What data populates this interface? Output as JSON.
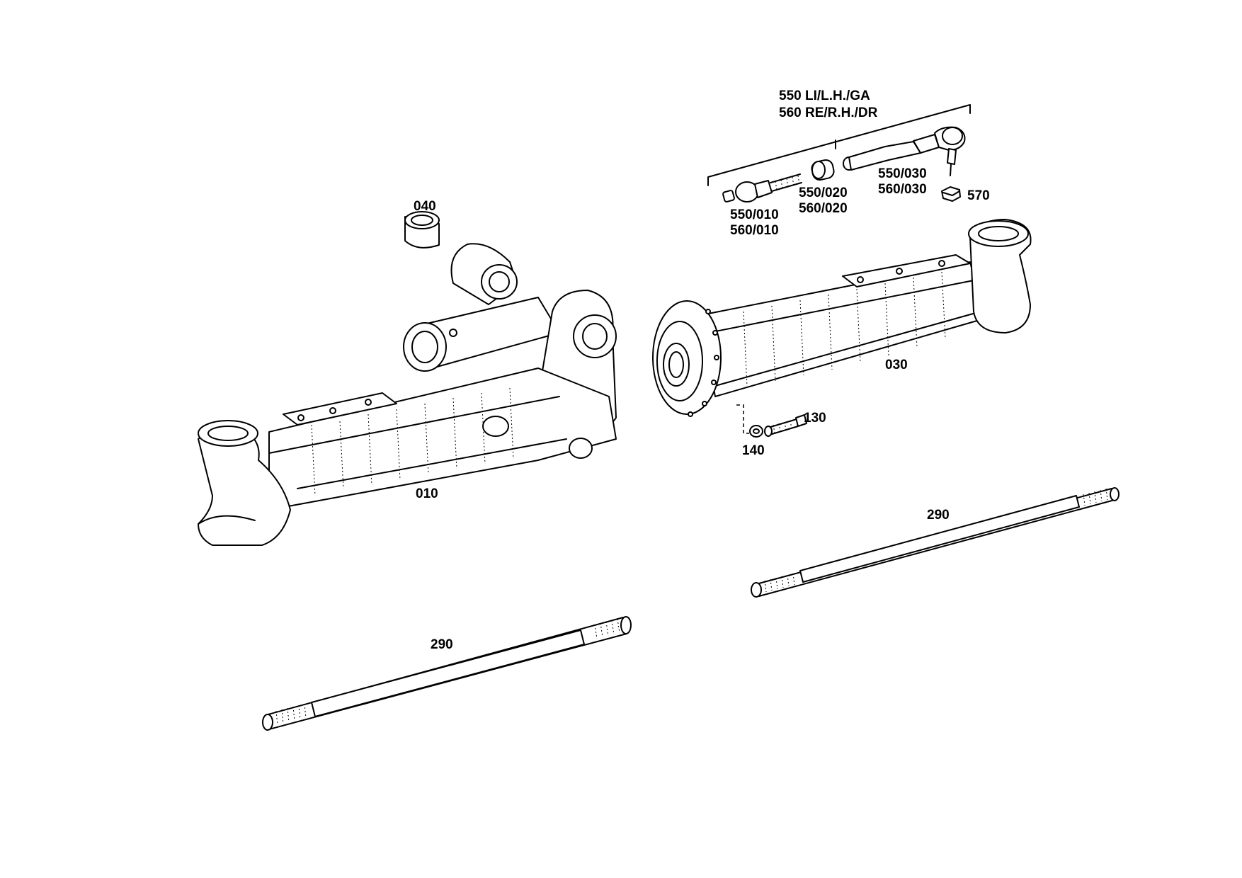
{
  "labels": {
    "group_line1": "550 LI/L.H./GA",
    "group_line2": "560 RE/R.H./DR",
    "p550_010": "550/010",
    "p560_010": "560/010",
    "p550_020": "550/020",
    "p560_020": "560/020",
    "p550_030": "550/030",
    "p560_030": "560/030",
    "p570": "570",
    "p040": "040",
    "p030": "030",
    "p130": "130",
    "p140": "140",
    "p010": "010",
    "p290_right": "290",
    "p290_left": "290"
  }
}
